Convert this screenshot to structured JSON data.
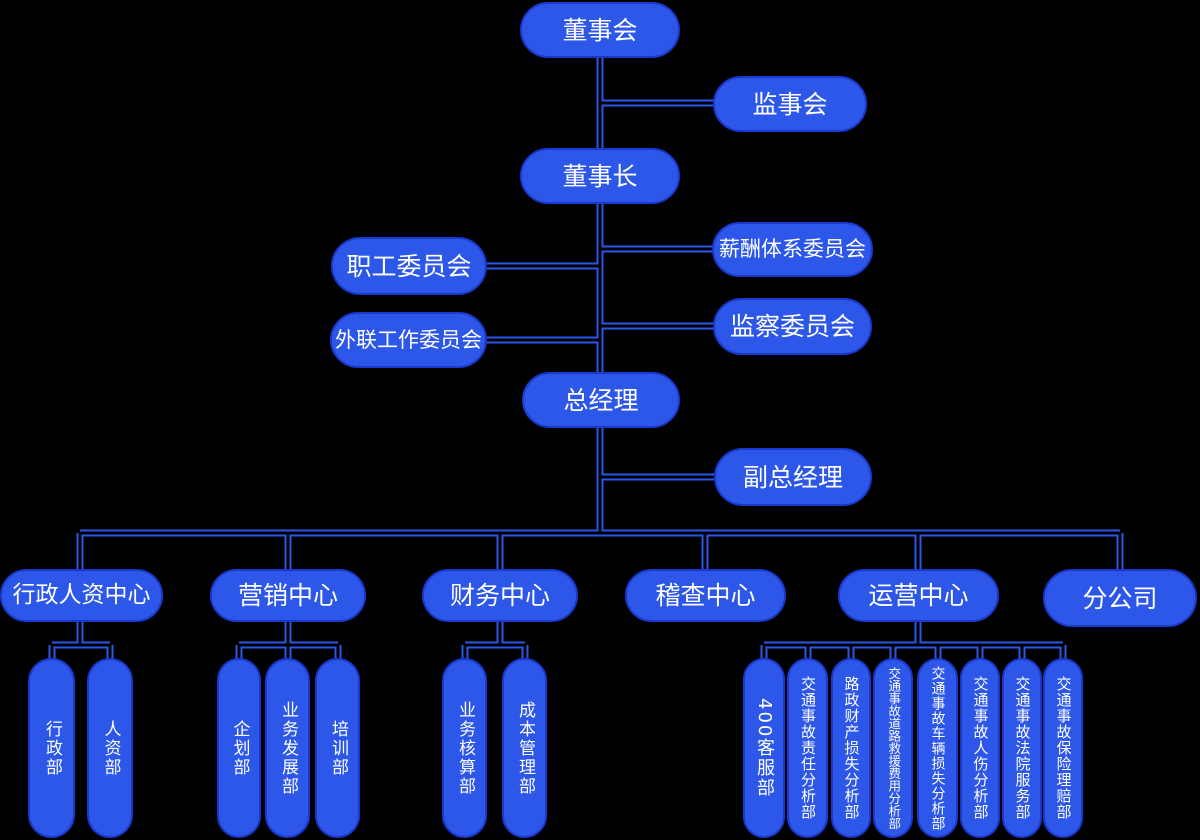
{
  "colors": {
    "background": "#000000",
    "node_fill": "#2C57E8",
    "node_border": "#1A38CC",
    "connector_line": "#2B57E8",
    "text": "#FFFFFF"
  },
  "nodes": {
    "board_of_directors": "董事会",
    "supervisory_board": "监事会",
    "chairman": "董事长",
    "staff_committee": "职工委员会",
    "compensation_system_committee": "薪酬体系委员会",
    "external_liaison_committee": "外联工作委员会",
    "supervision_committee": "监察委员会",
    "general_manager": "总经理",
    "deputy_general_manager": "副总经理"
  },
  "centers": [
    {
      "label": "行政人资中心",
      "departments": [
        "行政部",
        "人资部"
      ]
    },
    {
      "label": "营销中心",
      "departments": [
        "企划部",
        "业务发展部",
        "培训部"
      ]
    },
    {
      "label": "财务中心",
      "departments": [
        "业务核算部",
        "成本管理部"
      ]
    },
    {
      "label": "稽查中心",
      "departments": []
    },
    {
      "label": "运营中心",
      "departments": [
        "400客服部",
        "交通事故责任分析部",
        "路政财产损失分析部",
        "交通事故道路救援费用分析部",
        "交通事故车辆损失分析部",
        "交通事故人伤分析部",
        "交通事故法院服务部",
        "交通事故保险理赔部"
      ]
    },
    {
      "label": "分公司",
      "departments": []
    }
  ]
}
